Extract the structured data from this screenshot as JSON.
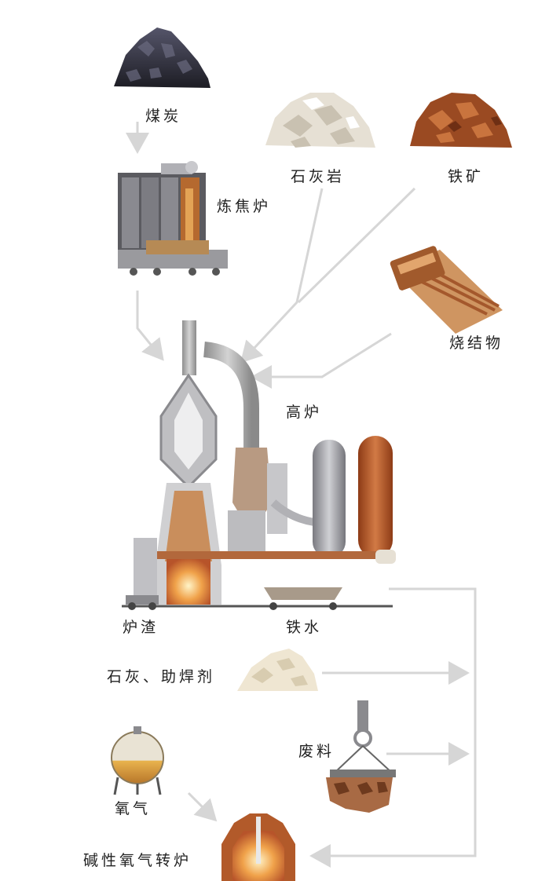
{
  "labels": {
    "coal": "煤炭",
    "coke_oven": "炼焦炉",
    "limestone": "石灰岩",
    "iron_ore": "铁矿",
    "sinter": "烧结物",
    "blast_furnace": "高炉",
    "slag": "炉渣",
    "molten_iron": "铁水",
    "lime_flux": "石灰、助焊剂",
    "scrap": "废料",
    "oxygen": "氧气",
    "bof": "碱性氧气转炉"
  },
  "colors": {
    "arrow": "#d9d9d9",
    "steel_gray": "#9a9a9a",
    "rust": "#b5542a",
    "coal_dark": "#2e2e36",
    "limestone": "#ebe6dd",
    "molten": "#f2b44a"
  }
}
